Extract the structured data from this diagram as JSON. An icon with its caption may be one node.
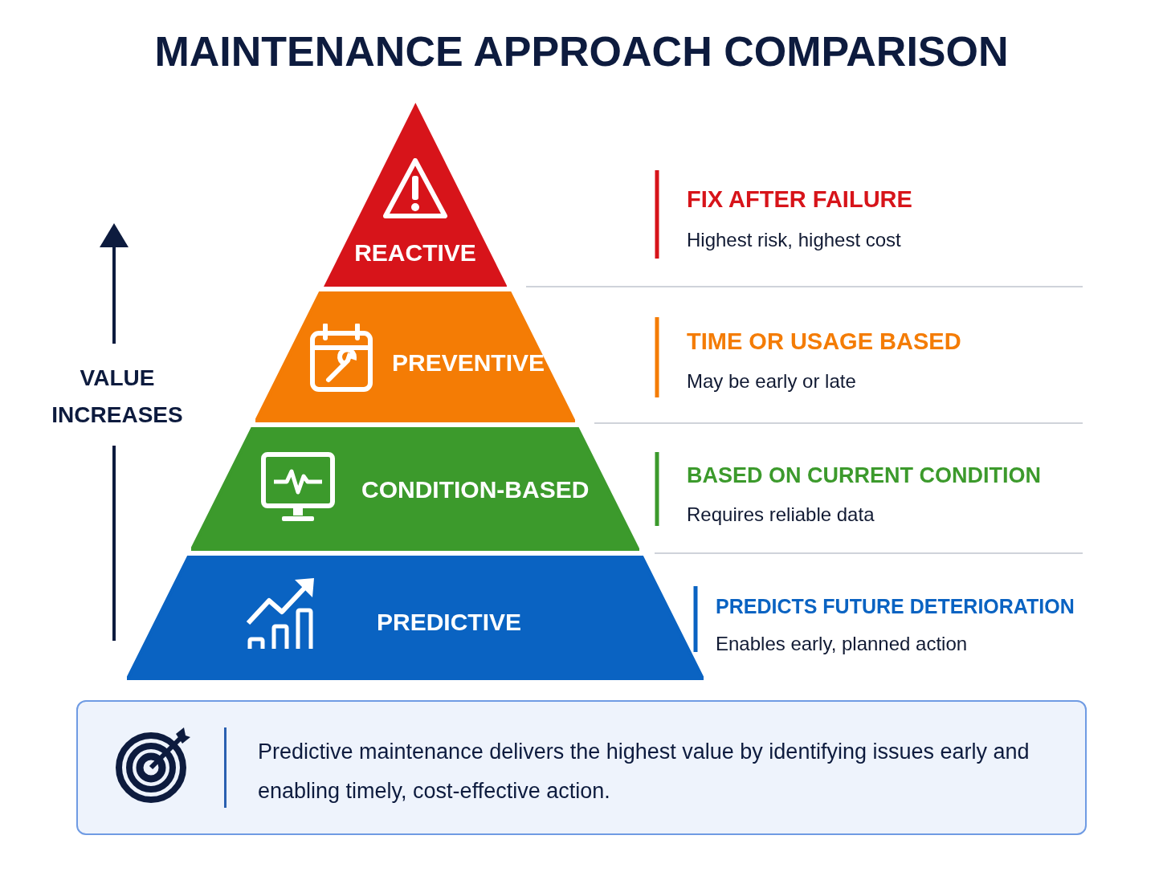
{
  "diagram": {
    "title": "MAINTENANCE APPROACH COMPARISON",
    "nodes": [
      {
        "text": [
          "REACTIVE"
        ],
        "beside": [
          "FIX AFTER FAILURE",
          "Highest risk, highest cost"
        ]
      },
      {
        "text": [
          "PREVENTIVE"
        ],
        "beside": [
          "TIME OR USAGE BASED",
          "May be early or late"
        ]
      },
      {
        "text": [
          "CONDITION-BASED"
        ],
        "beside": [
          "BASED ON CURRENT CONDITION",
          "Requires reliable data"
        ]
      },
      {
        "text": [
          "PREDICTIVE"
        ],
        "beside": [
          "PREDICTS FUTURE DETERIORATION",
          "Enables early, planned action"
        ]
      },
      {
        "text": [
          "Predictive maintenance delivers the highest value by identifying issues early and enabling timely, cost-effective action."
        ]
      }
    ],
    "labels": [
      "VALUE INCREASES"
    ]
  }
}
